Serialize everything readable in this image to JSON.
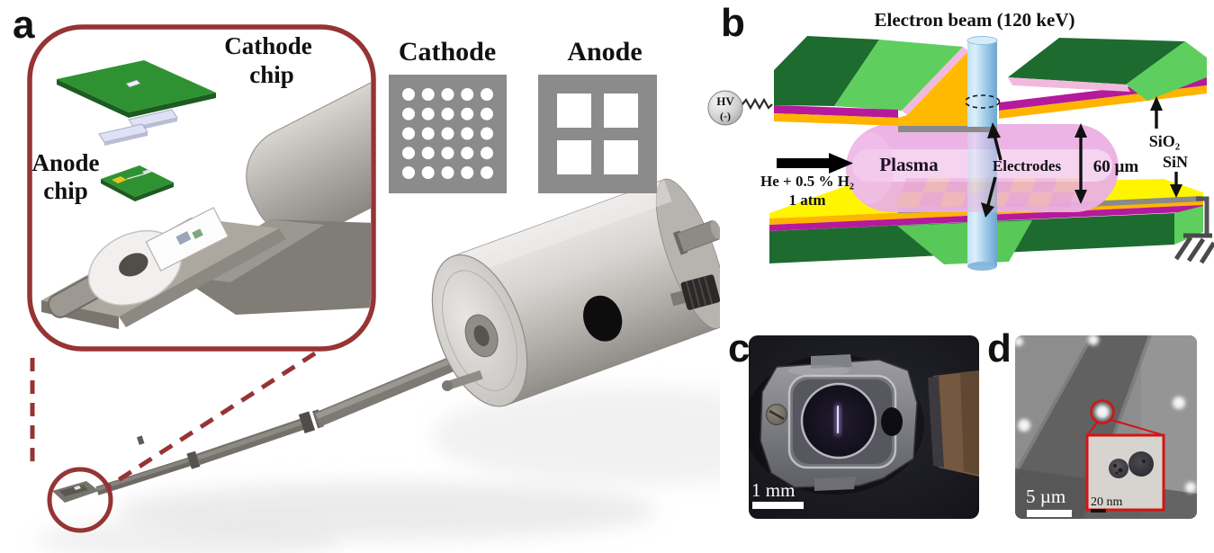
{
  "panel_a": {
    "label": "a",
    "cathode_chip_label": {
      "line1": "Cathode",
      "line2": "chip"
    },
    "anode_chip_label": {
      "line1": "Anode",
      "line2": "chip"
    },
    "cathode_pattern_title": "Cathode",
    "anode_pattern_title": "Anode"
  },
  "panel_b": {
    "label": "b",
    "title": "Electron beam (120 keV)",
    "hv": {
      "line1": "HV",
      "line2": "(-)"
    },
    "gas": {
      "line1": "He + 0.5 % H₂",
      "line2": "1 atm"
    },
    "plasma_label": "Plasma",
    "electrodes_label": "Electrodes",
    "gap_label": "60 µm",
    "layer_labels": {
      "sio2": "SiO₂",
      "sin": "SiN"
    }
  },
  "panel_c": {
    "label": "c",
    "scale_bar_label": "1 mm"
  },
  "panel_d": {
    "label": "d",
    "scale_bar_label": "5 µm",
    "inset_scale_bar_label": "20 nm"
  },
  "colors": {
    "accent_red": "#963434",
    "chip_green_dark": "#1e6b2f",
    "chip_green_light": "#5ecf5e",
    "sio2_magenta": "#b5199c",
    "sio2_gold": "#ffb400",
    "sin_yellow": "#fff500",
    "plasma_pink": "#ebb0e3",
    "beam_blue": "#a6d4ee",
    "pcb_green": "#2f9232",
    "pattern_gray": "#8b8b8b",
    "electrode_gray": "#8a8a8a"
  }
}
